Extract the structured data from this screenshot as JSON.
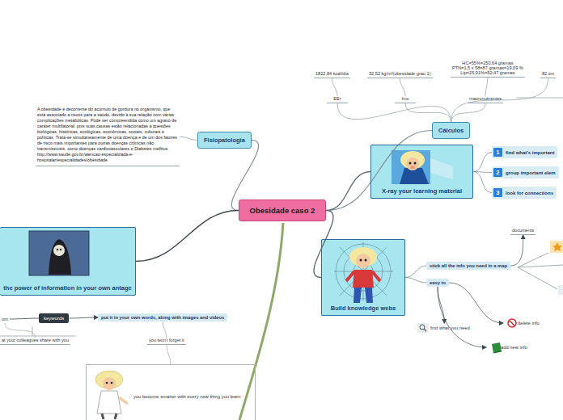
{
  "diagram": {
    "nodes": [
      {
        "text": [
          "Obesidade caso 2"
        ]
      },
      {
        "text": [
          "Fisiopatologia"
        ]
      },
      {
        "text": [
          "A obesidade é decorrente do acúmulo de gordura no organismo, que está associado a riscos para a saúde, devido à sua relação com várias complicações metabólicas. Pode ser compreendida como um agravo de caráter multifatorial, pois suas causas estão relacionadas a questões biológicas, históricas, ecológicas, econômicas, sociais, culturais e políticas.  Trata-se simultaneamente de uma doença e de um dos fatores de risco mais importantes para outras doenças crônicas não transmissíveis, como doenças cardiovasculares e Diabetes mellitus. http://www.saude.gov.br/atencao-especializada-e-hospitalar/especialidades/obesidade"
        ]
      },
      {
        "text": [
          "Cálculos"
        ]
      },
      {
        "text": [
          "EEr"
        ]
      },
      {
        "text": [
          "1822,84  kcal/dia"
        ]
      },
      {
        "text": [
          "Imc"
        ]
      },
      {
        "text": [
          "32,52 kg/m²(obesidade grau 1)"
        ]
      },
      {
        "text": [
          "macronutrientes"
        ]
      },
      {
        "text": [
          "HC=55%=250,64 gramas",
          "PTN=1,5 x 58=87 gramas=19,09 %",
          "Lip=25,91%=52,47 gramas"
        ]
      },
      {
        "text": [
          "82 cm"
        ]
      },
      {
        "text": [
          "X-ray your learning material"
        ]
      },
      {
        "text": [
          "1",
          "find what's important"
        ]
      },
      {
        "text": [
          "2",
          "group important elem"
        ]
      },
      {
        "text": [
          "3",
          "look for connections"
        ]
      },
      {
        "text": [
          "Build knowledge webs"
        ]
      },
      {
        "text": [
          "stick all the info you need in a map"
        ]
      },
      {
        "text": [
          "easy to"
        ]
      },
      {
        "text": [
          "documents"
        ]
      },
      {
        "text": [
          "find what you need"
        ]
      },
      {
        "text": [
          "delete info"
        ]
      },
      {
        "text": [
          "add new info"
        ]
      },
      {
        "text": [
          "the power of information in your own antage"
        ]
      },
      {
        "text": [
          "keywords"
        ]
      },
      {
        "text": [
          "om"
        ]
      },
      {
        "text": [
          "put it in your own words, along with images and videos"
        ]
      },
      {
        "text": [
          "at your colleagues share with you"
        ]
      },
      {
        "text": [
          "you won't forget it"
        ]
      },
      {
        "text": [
          "you become smarter with every new thing you learn"
        ]
      }
    ],
    "edges": [
      {
        "from": 0,
        "to": 1,
        "arrow": "none"
      },
      {
        "from": 1,
        "to": 2,
        "arrow": "none"
      },
      {
        "from": 0,
        "to": 3,
        "arrow": "none"
      },
      {
        "from": 3,
        "to": 4,
        "arrow": "none"
      },
      {
        "from": 4,
        "to": 5,
        "arrow": "none"
      },
      {
        "from": 3,
        "to": 6,
        "arrow": "none"
      },
      {
        "from": 6,
        "to": 7,
        "arrow": "none"
      },
      {
        "from": 3,
        "to": 8,
        "arrow": "none"
      },
      {
        "from": 8,
        "to": 9,
        "arrow": "none"
      },
      {
        "from": 3,
        "to": 10,
        "arrow": "none"
      },
      {
        "from": 0,
        "to": 11,
        "arrow": "none"
      },
      {
        "from": 11,
        "to": 12,
        "arrow": "none"
      },
      {
        "from": 11,
        "to": 13,
        "arrow": "none"
      },
      {
        "from": 11,
        "to": 14,
        "arrow": "none"
      },
      {
        "from": 0,
        "to": 15,
        "arrow": "none"
      },
      {
        "from": 15,
        "to": 16,
        "arrow": "none"
      },
      {
        "from": 15,
        "to": 17,
        "arrow": "none"
      },
      {
        "from": 16,
        "to": 18,
        "arrow": "to"
      },
      {
        "from": 17,
        "to": 19,
        "arrow": "to"
      },
      {
        "from": 17,
        "to": 20,
        "arrow": "to"
      },
      {
        "from": 17,
        "to": 21,
        "arrow": "to"
      },
      {
        "from": 0,
        "to": 22,
        "arrow": "none"
      },
      {
        "from": 24,
        "to": 23,
        "arrow": "none"
      },
      {
        "from": 23,
        "to": 25,
        "arrow": "to"
      },
      {
        "from": 25,
        "to": 27,
        "arrow": "none"
      },
      {
        "from": 27,
        "to": 28,
        "arrow": "none"
      },
      {
        "from": 24,
        "to": 26,
        "arrow": "none"
      }
    ]
  }
}
